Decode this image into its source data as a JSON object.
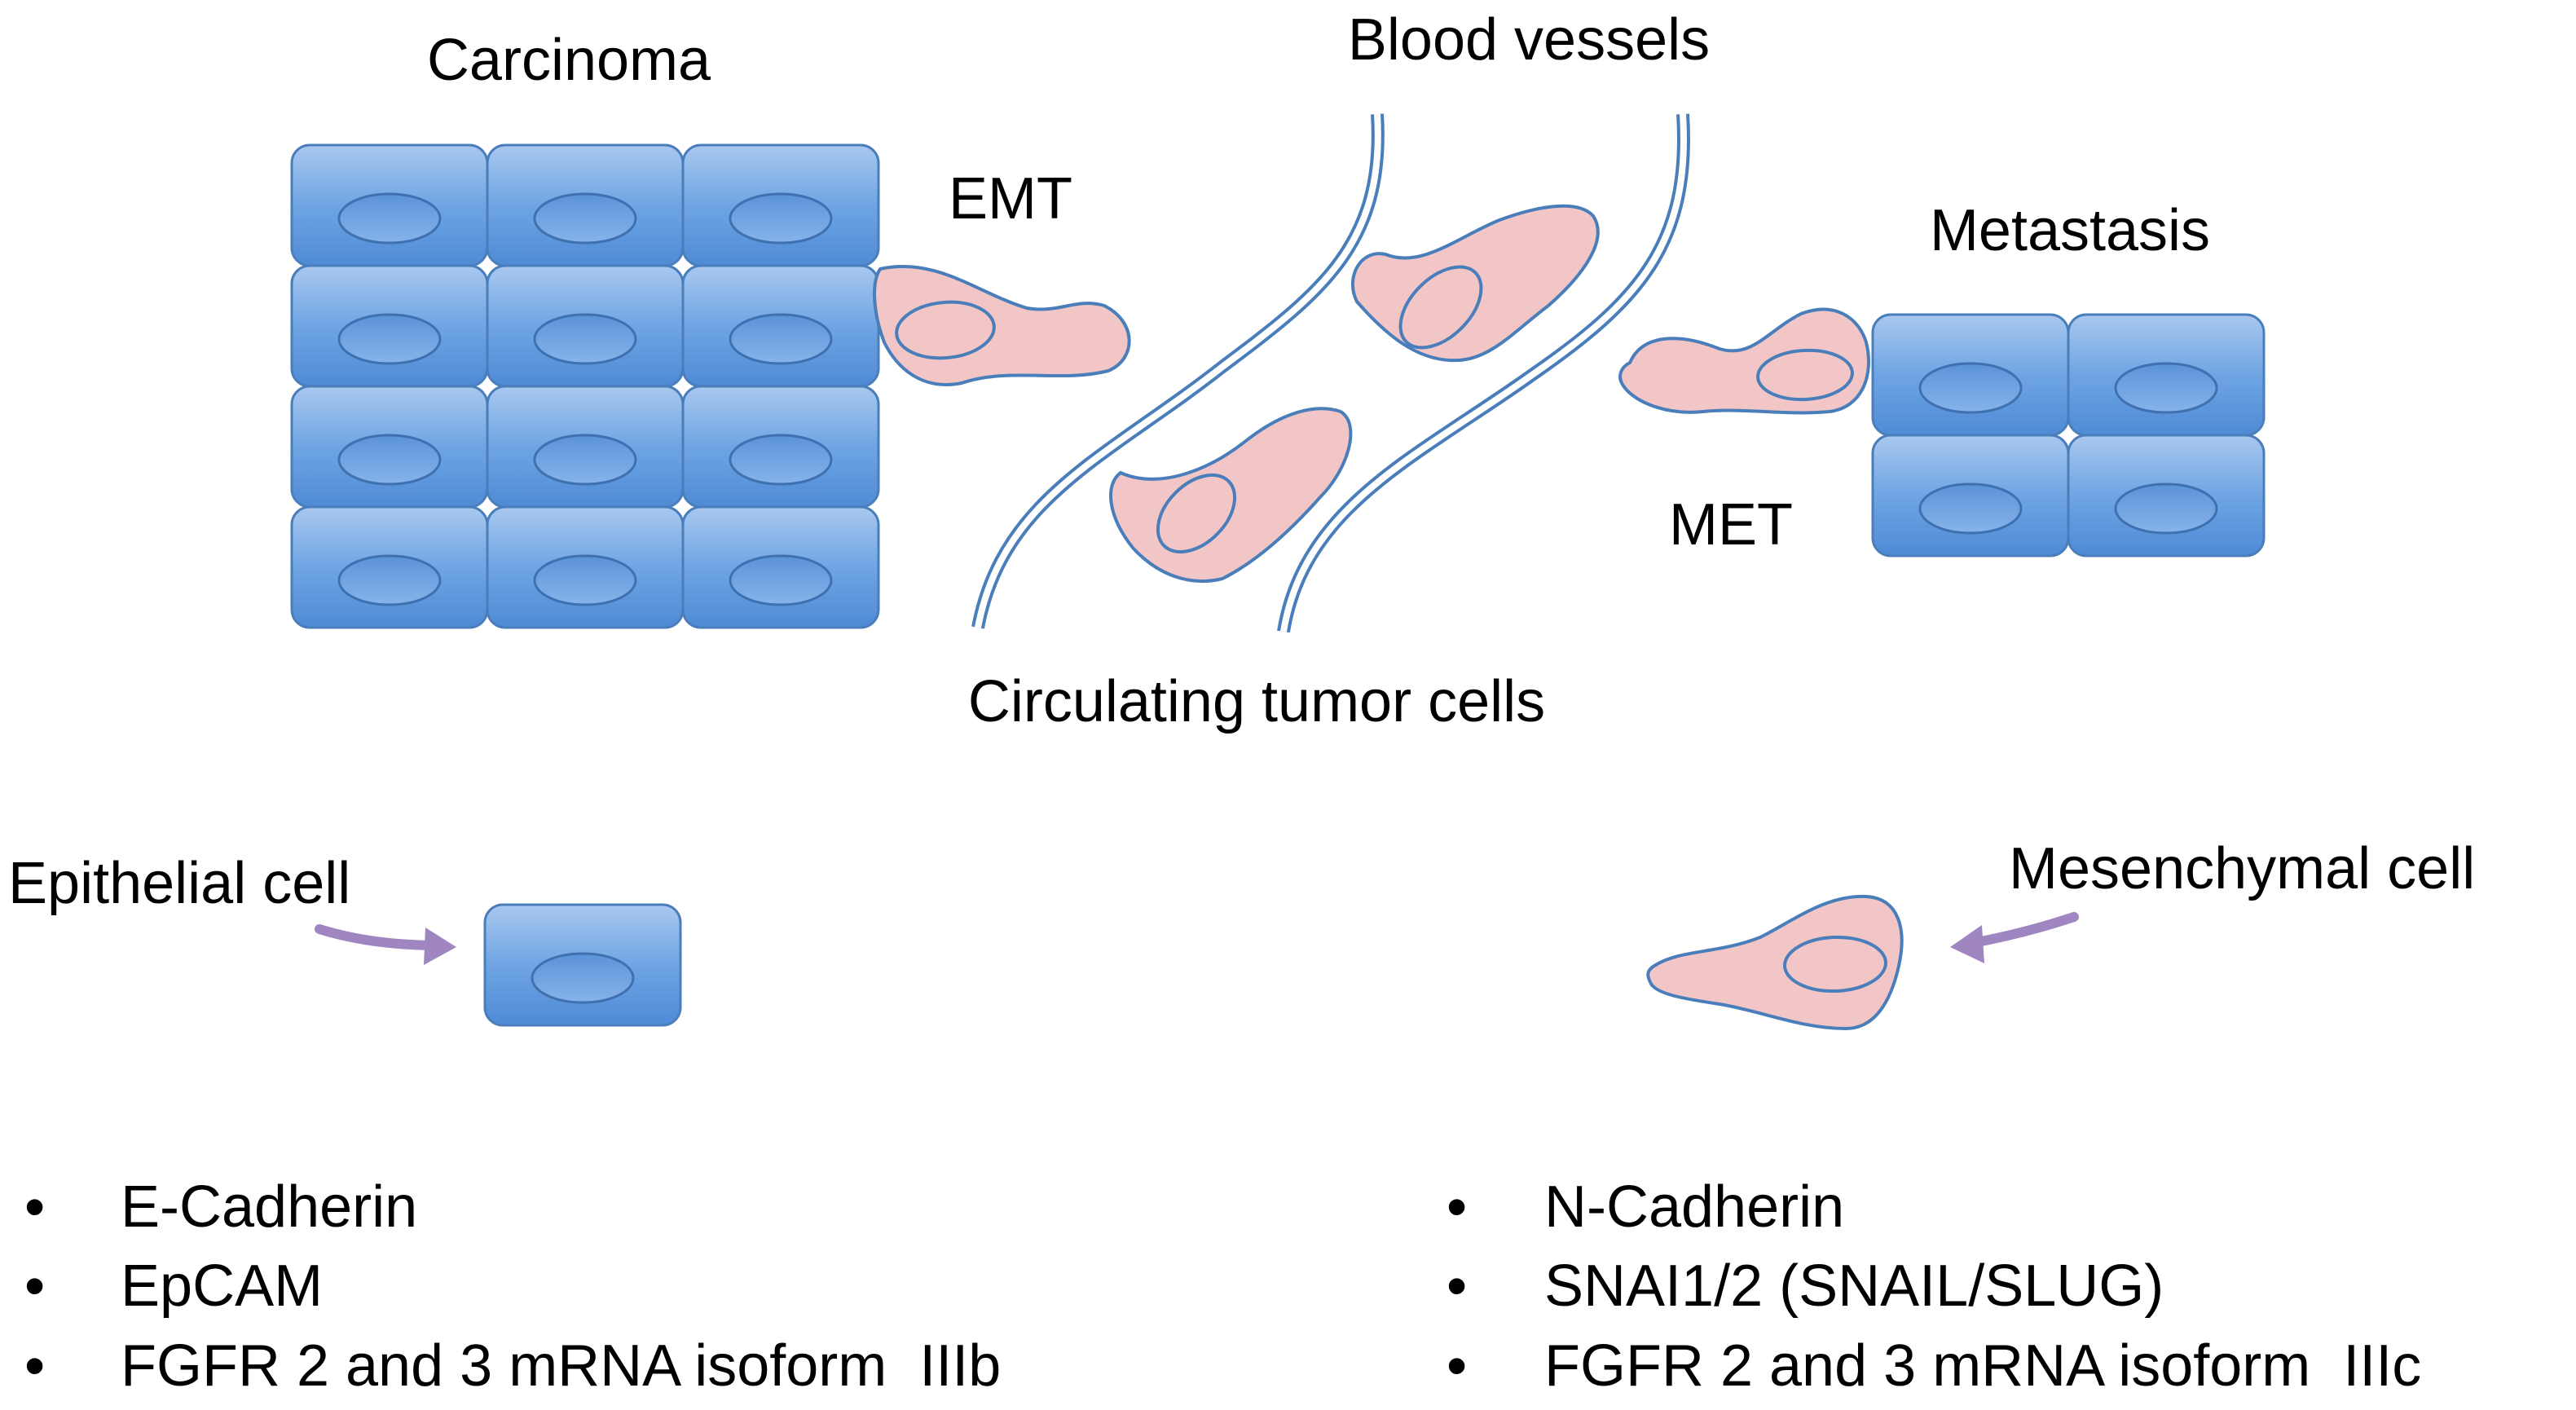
{
  "labels": {
    "carcinoma": "Carcinoma",
    "blood_vessels": "Blood vessels",
    "emt": "EMT",
    "metastasis": "Metastasis",
    "met": "MET",
    "circulating": "Circulating tumor cells",
    "epithelial": "Epithelial cell",
    "mesenchymal": "Mesenchymal cell"
  },
  "markers_left": {
    "bullet": "•",
    "items": [
      "E-Cadherin",
      "EpCAM",
      "FGFR 2 and 3 mRNA isoform  IIIb"
    ]
  },
  "markers_right": {
    "bullet": "•",
    "items": [
      "N-Cadherin",
      "SNAI1/2 (SNAIL/SLUG)",
      "FGFR 2 and 3 mRNA isoform  IIIc"
    ]
  },
  "colors": {
    "epithelial_cell": "#5b9bd5",
    "mesenchymal_cell": "#f2c6c6",
    "cell_outline": "#4a7ebb",
    "arrow": "#9f86c0"
  }
}
